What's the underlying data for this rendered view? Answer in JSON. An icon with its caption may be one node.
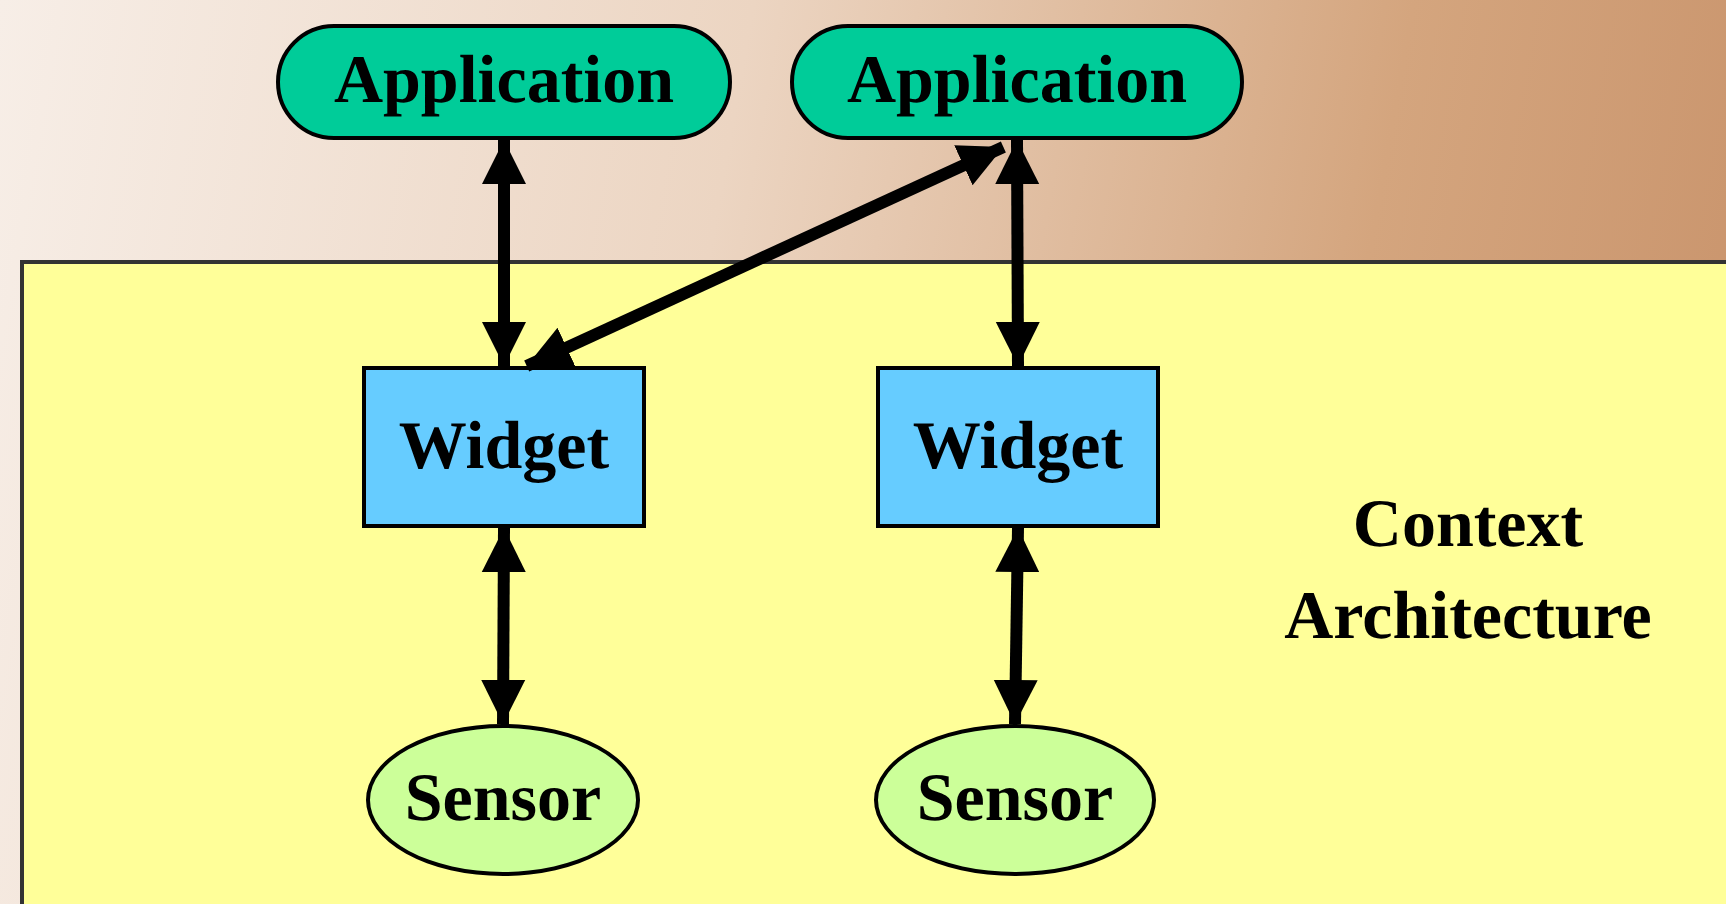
{
  "diagram": {
    "nodes": [
      {
        "text": [
          "Context Architecture"
        ]
      },
      {
        "text": [
          "Application"
        ]
      },
      {
        "text": [
          "Application"
        ]
      },
      {
        "text": [
          "Widget"
        ],
        "in": 0
      },
      {
        "text": [
          "Widget"
        ],
        "in": 0
      },
      {
        "text": [
          "Sensor"
        ],
        "in": 0
      },
      {
        "text": [
          "Sensor"
        ],
        "in": 0
      }
    ],
    "edges": [
      {
        "from": 1,
        "to": 3,
        "arrow": "both"
      },
      {
        "from": 2,
        "to": 3,
        "arrow": "both"
      },
      {
        "from": 2,
        "to": 4,
        "arrow": "both"
      },
      {
        "from": 3,
        "to": 5,
        "arrow": "both"
      },
      {
        "from": 4,
        "to": 6,
        "arrow": "both"
      }
    ]
  }
}
